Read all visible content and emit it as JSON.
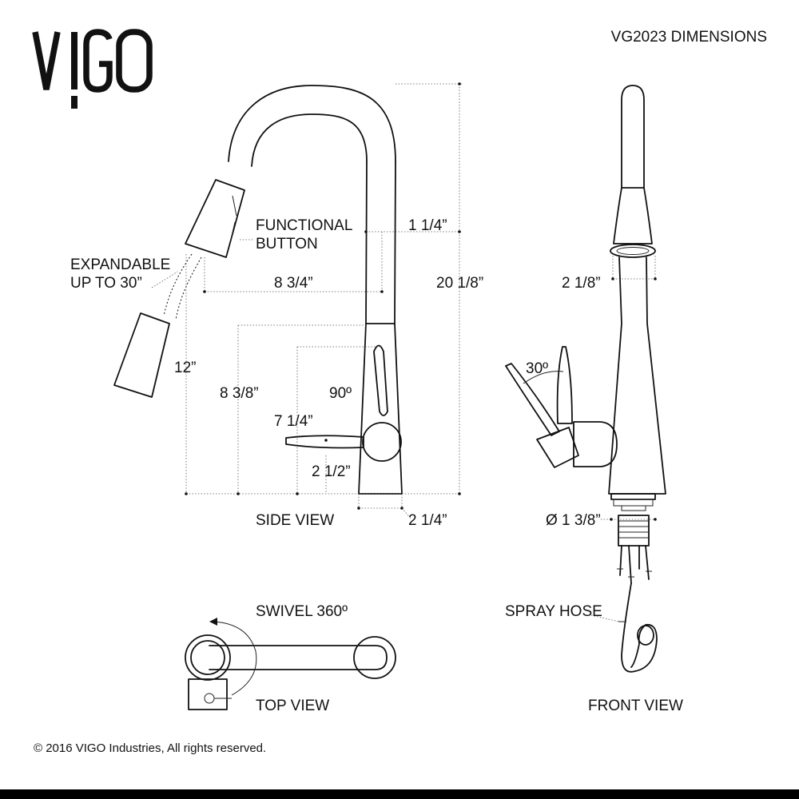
{
  "brand": {
    "logo_text": "VIGO"
  },
  "header": {
    "title": "VG2023 DIMENSIONS"
  },
  "views": {
    "side": "SIDE VIEW",
    "front": "FRONT VIEW",
    "top": "TOP VIEW"
  },
  "callouts": {
    "functional_button_line1": "FUNCTIONAL",
    "functional_button_line2": "BUTTON",
    "expandable_line1": "EXPANDABLE",
    "expandable_line2": "UP TO 30”",
    "swivel": "SWIVEL 360º",
    "spray_hose": "SPRAY HOSE"
  },
  "dimensions": {
    "side_spout_width": "1 1/4”",
    "side_reach": "8 3/4”",
    "side_total_height": "20 1/8”",
    "side_pulldown_height": "12”",
    "side_handle_height": "8 3/8”",
    "side_handle_angle": "90º",
    "side_handle_reach": "7 1/4”",
    "side_handle_base": "2 1/2”",
    "side_base_depth": "2 1/4”",
    "front_head_width": "2 1/8”",
    "front_handle_angle": "30º",
    "front_mount_diameter": "Ø 1 3/8”"
  },
  "footer": {
    "copyright": "© 2016 VIGO Industries, All rights reserved."
  }
}
